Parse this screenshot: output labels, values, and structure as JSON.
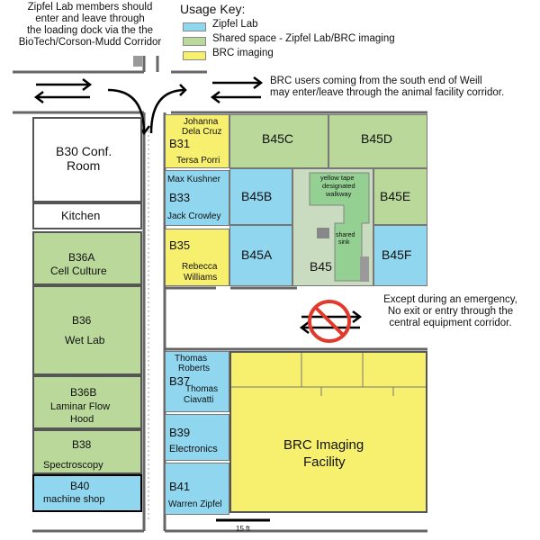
{
  "top_note": {
    "line1": "Zipfel Lab members should",
    "line2": "enter and leave through",
    "line3": "the loading dock via the the",
    "line4": "BioTech/Corson-Mudd Corridor"
  },
  "usage_key": {
    "title": "Usage Key:",
    "items": [
      {
        "label": "Zipfel Lab",
        "color": "#8fd6ee"
      },
      {
        "label": "Shared space - Zipfel Lab/BRC imaging",
        "color": "#b9d89a"
      },
      {
        "label": "BRC imaging",
        "color": "#f7ef6e"
      }
    ]
  },
  "weill_note": {
    "line1": "BRC users coming from the south end of Weill",
    "line2": "may enter/leave through the animal facility corridor."
  },
  "emergency_note": {
    "line1": "Except during an emergency,",
    "line2": "No exit or entry through the",
    "line3": "central equipment corridor."
  },
  "rooms": {
    "b30": {
      "number": "B30 Conf.",
      "name": "Room"
    },
    "kitchen": {
      "name": "Kitchen"
    },
    "b36a": {
      "number": "B36A",
      "name": "Cell Culture"
    },
    "b36": {
      "number": "B36",
      "name": "Wet Lab"
    },
    "b36b": {
      "number": "B36B",
      "name1": "Laminar Flow",
      "name2": "Hood"
    },
    "b38": {
      "number": "B38",
      "name": "Spectroscopy"
    },
    "b40": {
      "number": "B40",
      "name": "machine shop"
    },
    "b31": {
      "number": "B31",
      "person1a": "Johanna",
      "person1b": "Dela Cruz",
      "person2": "Tersa Porri"
    },
    "b33": {
      "number": "B33",
      "person1": "Max Kushner",
      "person2": "Jack Crowley"
    },
    "b35": {
      "number": "B35",
      "person1": "Rebecca",
      "person2": "Williams"
    },
    "b45c": {
      "number": "B45C"
    },
    "b45d": {
      "number": "B45D"
    },
    "b45b": {
      "number": "B45B"
    },
    "b45e": {
      "number": "B45E"
    },
    "b45a": {
      "number": "B45A"
    },
    "b45": {
      "number": "B45"
    },
    "b45f": {
      "number": "B45F"
    },
    "walkway": {
      "line1": "yellow tape",
      "line2": "designated",
      "line3": "walkway"
    },
    "sink": {
      "line1": "shared",
      "line2": "sink"
    },
    "b37": {
      "number": "B37",
      "person1a": "Thomas",
      "person1b": "Roberts",
      "person2a": "Thomas",
      "person2b": "Ciavatti"
    },
    "b39": {
      "number": "B39",
      "name": "Electronics"
    },
    "b41": {
      "number": "B41",
      "person": "Warren Zipfel"
    },
    "brc": {
      "line1": "BRC Imaging",
      "line2": "Facility"
    }
  },
  "scale": {
    "label": "15 ft"
  }
}
